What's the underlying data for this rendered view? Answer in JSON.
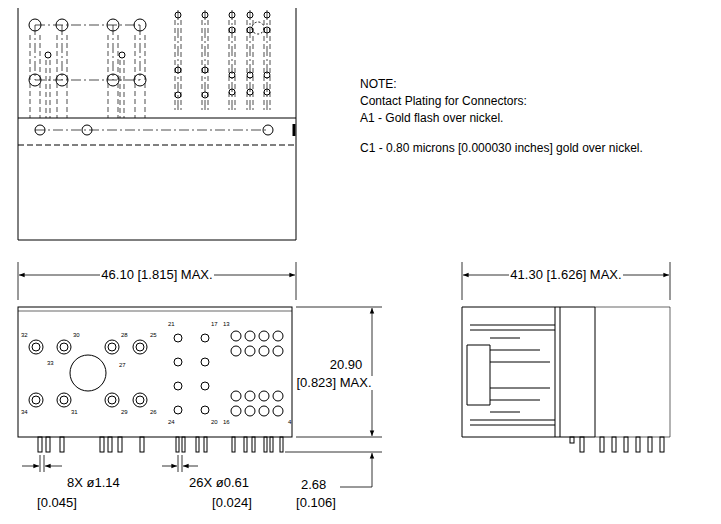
{
  "diagram": {
    "labels": [
      "NOTE:",
      "Contact Plating for Connectors:",
      "A1 - Gold flash over nickel.",
      "C1 - 0.80 microns [0.000030 inches] gold over nickel.",
      "46.10 [1.815] MAX.",
      "41.30 [1.626] MAX.",
      "20.90",
      "[0.823] MAX.",
      "8X ø1.14",
      "[0.045]",
      "26X ø0.61",
      "[0.024]",
      "2.68",
      "[0.106]",
      "32",
      "30",
      "28",
      "25",
      "33",
      "27",
      "34",
      "31",
      "29",
      "26",
      "21",
      "17",
      "13",
      "24",
      "20",
      "16",
      "4"
    ]
  }
}
